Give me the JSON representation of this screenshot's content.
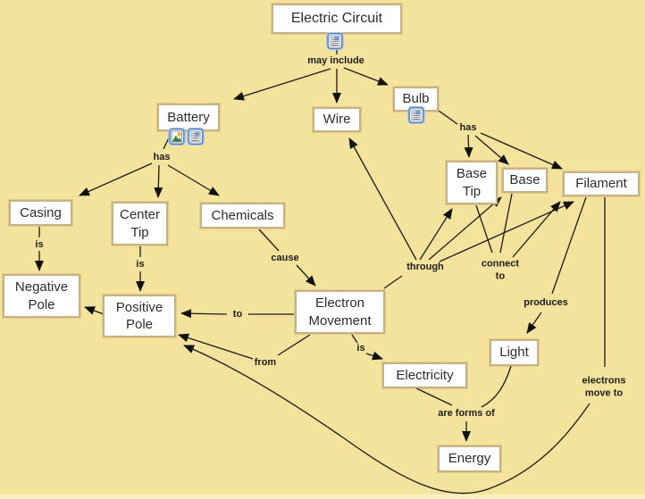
{
  "title": "Electric Circuit concept map",
  "colors": {
    "canvas_background": "#f3e39c",
    "concept_fill": "#ffffff",
    "concept_border": "#c8b184",
    "line_color": "#1b1b1b",
    "icon_border_blue": "#4a7cc4"
  },
  "concepts": {
    "electric_circuit": "Electric Circuit",
    "battery": "Battery",
    "wire": "Wire",
    "bulb": "Bulb",
    "base_tip": "Base\nTip",
    "base": "Base",
    "filament": "Filament",
    "casing": "Casing",
    "center_tip": "Center\nTip",
    "chemicals": "Chemicals",
    "negative_pole": "Negative\nPole",
    "positive_pole": "Positive\nPole",
    "electron_movement": "Electron\nMovement",
    "electricity": "Electricity",
    "light": "Light",
    "energy": "Energy"
  },
  "links": {
    "may_include": "may include",
    "has_battery": "has",
    "has_bulb": "has",
    "is_casing": "is",
    "is_center_tip": "is",
    "cause": "cause",
    "to": "to",
    "from": "from",
    "is_electron_movement": "is",
    "through": "through",
    "connect_to": "connect\nto",
    "produces": "produces",
    "are_forms_of": "are forms of",
    "electrons_move_to": "electrons\nmove to"
  },
  "resource_icons": {
    "electric_circuit": "document-resource-icon",
    "battery_1": "image-resource-icon",
    "battery_2": "document-resource-icon",
    "bulb": "document-resource-icon"
  }
}
